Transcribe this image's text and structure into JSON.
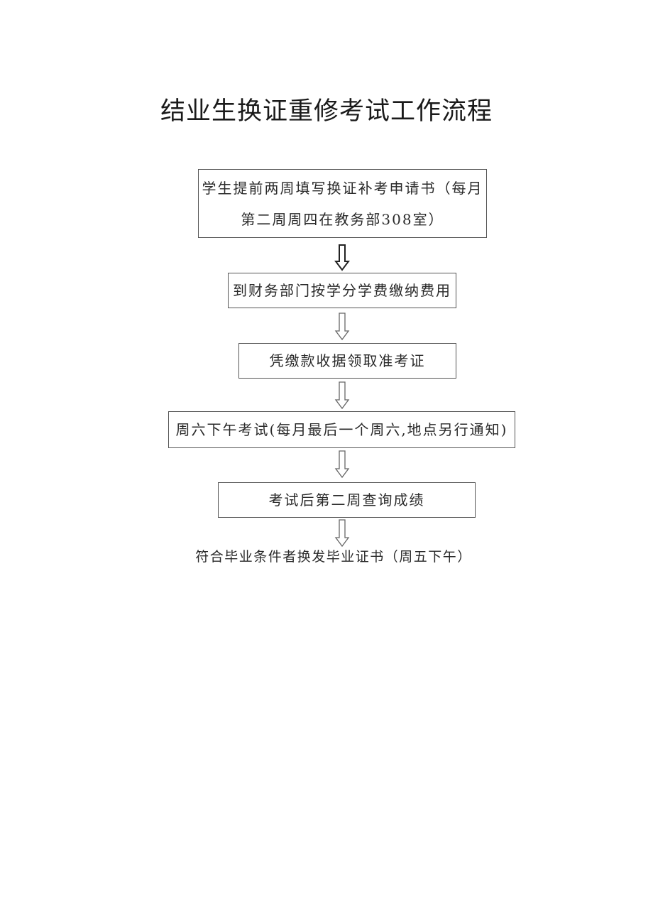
{
  "title": "结业生换证重修考试工作流程",
  "steps": [
    {
      "line1": "学生提前两周填写换证补考申请书（每月",
      "line2": "第二周周四在教务部308室）"
    },
    {
      "text": "到财务部门按学分学费缴纳费用"
    },
    {
      "text": "凭缴款收据领取准考证"
    },
    {
      "text": "周六下午考试(每月最后一个周六,地点另行通知)"
    },
    {
      "text": "考试后第二周查询成绩"
    }
  ],
  "final_step": "符合毕业条件者换发毕业证书（周五下午）",
  "colors": {
    "border": "#555555",
    "text": "#2a2a2a",
    "arrow": "#444444"
  }
}
